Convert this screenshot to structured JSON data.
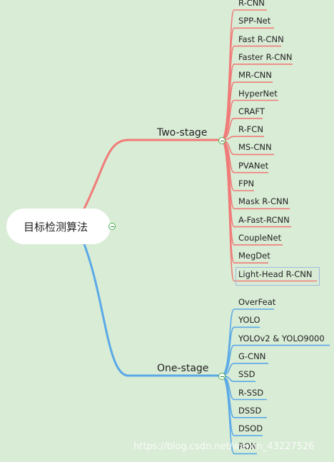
{
  "root": {
    "label": "目标检测算法"
  },
  "branches": [
    {
      "label": "Two-stage",
      "color": "#f07b78",
      "leaves": [
        "R-CNN",
        "SPP-Net",
        "Fast R-CNN",
        "Faster R-CNN",
        "MR-CNN",
        "HyperNet",
        "CRAFT",
        "R-FCN",
        "MS-CNN",
        "PVANet",
        "FPN",
        "Mask R-CNN",
        "A-Fast-RCNN",
        "CoupleNet",
        "MegDet",
        "Light-Head R-CNN"
      ]
    },
    {
      "label": "One-stage",
      "color": "#5aa9e6",
      "leaves": [
        "OverFeat",
        "YOLO",
        "YOLOv2 & YOLO9000",
        "G-CNN",
        "SSD",
        "R-SSD",
        "DSSD",
        "DSOD",
        "RON"
      ]
    }
  ],
  "watermark": "https://blog.csdn.net/weixin_43227526"
}
